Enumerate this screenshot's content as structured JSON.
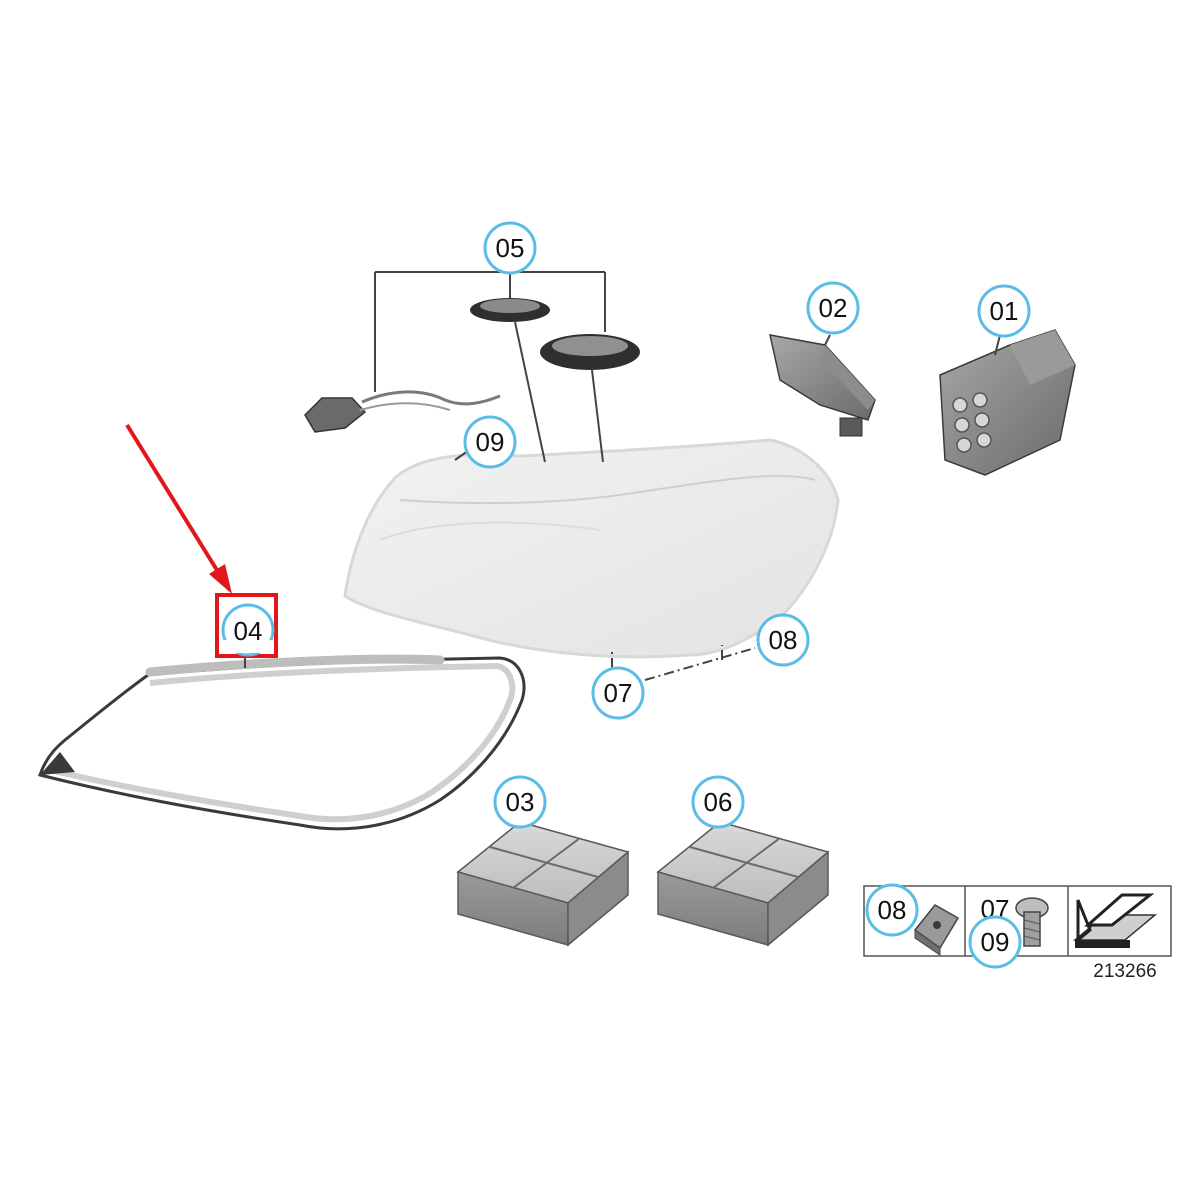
{
  "diagram": {
    "id_label": "213266",
    "highlight_color": "#e0181b",
    "callout_ring_color": "#5bbde6",
    "callouts": {
      "c01": "01",
      "c02": "02",
      "c03": "03",
      "c04": "04",
      "c05": "05",
      "c06": "06",
      "c07": "07",
      "c08": "08",
      "c09": "09"
    },
    "legend": {
      "c08": "08",
      "c07": "07",
      "c09": "09"
    }
  }
}
